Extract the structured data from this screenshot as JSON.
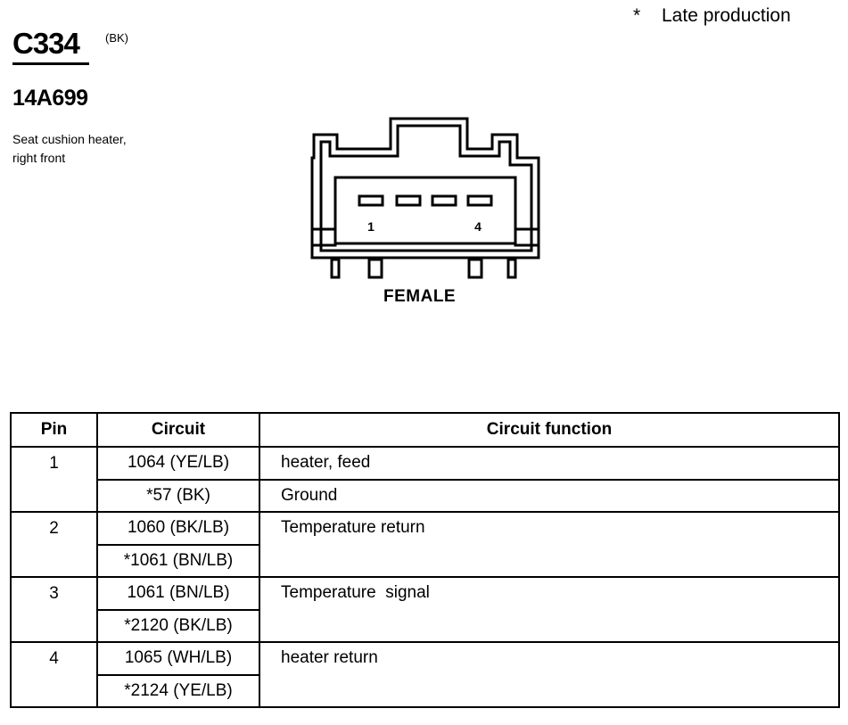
{
  "header": {
    "connector_id": "C334",
    "connector_color": "(BK)",
    "part_number": "14A699",
    "description_line1": "Seat cushion heater,",
    "description_line2": "right front",
    "note_symbol": "*",
    "note_text": "Late production"
  },
  "diagram": {
    "gender_label": "FEMALE",
    "pin_label_first": "1",
    "pin_label_last": "4"
  },
  "table": {
    "headers": {
      "pin": "Pin",
      "circuit": "Circuit",
      "function": "Circuit function"
    },
    "rows": [
      {
        "pin": "1",
        "circuits": [
          "1064 (YE/LB)",
          "*57 (BK)"
        ],
        "functions": [
          "heater, feed",
          "Ground"
        ]
      },
      {
        "pin": "2",
        "circuits": [
          "1060 (BK/LB)",
          "*1061 (BN/LB)"
        ],
        "functions": [
          "Temperature return"
        ]
      },
      {
        "pin": "3",
        "circuits": [
          "1061 (BN/LB)",
          "*2120 (BK/LB)"
        ],
        "functions": [
          "Temperature  signal"
        ]
      },
      {
        "pin": "4",
        "circuits": [
          "1065 (WH/LB)",
          "*2124 (YE/LB)"
        ],
        "functions": [
          "heater return"
        ]
      }
    ]
  }
}
